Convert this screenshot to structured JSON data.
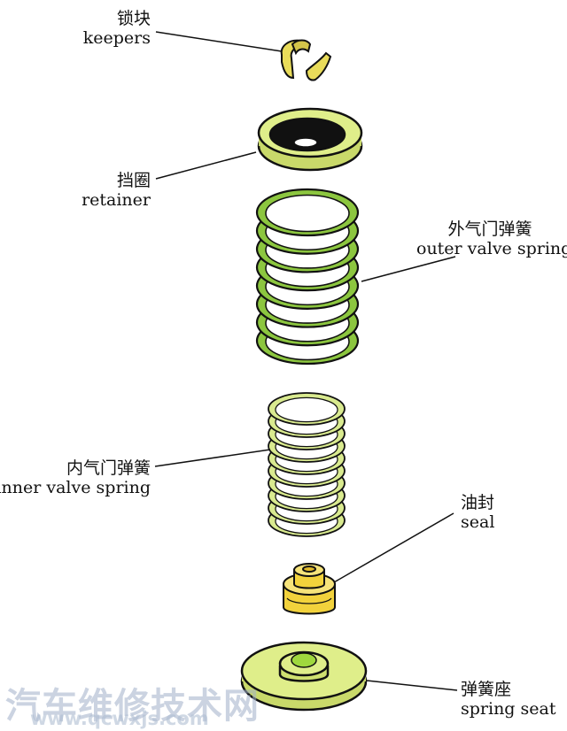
{
  "labels": {
    "keepers": {
      "zh": "锁块",
      "en": "keepers"
    },
    "retainer": {
      "zh": "挡圈",
      "en": "retainer"
    },
    "outer_spring": {
      "zh": "外气门弹簧",
      "en": "outer valve spring"
    },
    "inner_spring": {
      "zh": "内气门弹簧",
      "en": "inner valve spring"
    },
    "seal": {
      "zh": "油封",
      "en": "seal"
    },
    "spring_seat": {
      "zh": "弹簧座",
      "en": "spring seat"
    }
  },
  "watermark": {
    "text": "汽车维修技术网",
    "url": "www.qcwxjs.com"
  },
  "colors": {
    "part_yellow": "#dfee8a",
    "outer_spring_green": "#8cc63f",
    "inner_spring_yellow": "#d9ea8f",
    "seal_yellow": "#f2d23c",
    "dark": "#111111"
  }
}
